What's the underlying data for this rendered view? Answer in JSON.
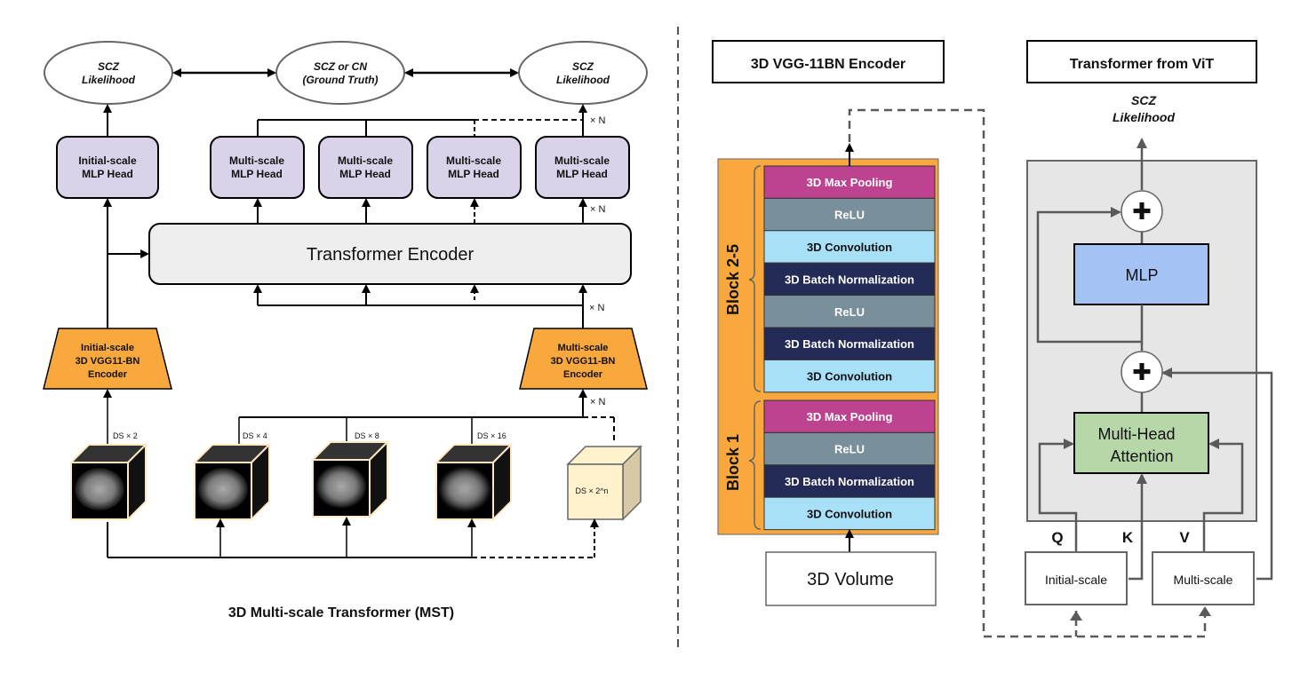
{
  "mst": {
    "title": "3D Multi-scale Transformer (MST)",
    "outputs": {
      "left": {
        "line1": "SCZ",
        "line2": "Likelihood"
      },
      "center": {
        "line1": "SCZ or CN",
        "line2": "(Ground Truth)"
      },
      "right": {
        "line1": "SCZ",
        "line2": "Likelihood"
      }
    },
    "initial_head": {
      "line1": "Initial-scale",
      "line2": "MLP Head"
    },
    "multi_heads": [
      {
        "line1": "Multi-scale",
        "line2": "MLP Head"
      },
      {
        "line1": "Multi-scale",
        "line2": "MLP Head"
      },
      {
        "line1": "Multi-scale",
        "line2": "MLP Head"
      },
      {
        "line1": "Multi-scale",
        "line2": "MLP Head"
      }
    ],
    "transformer_encoder": "Transformer Encoder",
    "initial_encoder": {
      "line1": "Initial-scale",
      "line2": "3D VGG11-BN",
      "line3": "Encoder"
    },
    "multi_encoder": {
      "line1": "Multi-scale",
      "line2": "3D VGG11-BN",
      "line3": "Encoder"
    },
    "repeat_label": "× N",
    "scales": [
      "DS × 2",
      "DS × 4",
      "DS × 8",
      "DS × 16",
      "DS × 2^n"
    ]
  },
  "vgg": {
    "title": "3D VGG-11BN Encoder",
    "block_labels": [
      "Block 2-5",
      "Block 1"
    ],
    "block25_layers": [
      {
        "label": "3D Max Pooling",
        "type": "pool"
      },
      {
        "label": "ReLU",
        "type": "relu"
      },
      {
        "label": "3D Convolution",
        "type": "conv"
      },
      {
        "label": "3D Batch Normalization",
        "type": "bn"
      },
      {
        "label": "ReLU",
        "type": "relu"
      },
      {
        "label": "3D Batch Normalization",
        "type": "bn"
      },
      {
        "label": "3D Convolution",
        "type": "conv"
      }
    ],
    "block1_layers": [
      {
        "label": "3D Max Pooling",
        "type": "pool"
      },
      {
        "label": "ReLU",
        "type": "relu"
      },
      {
        "label": "3D Batch Normalization",
        "type": "bn"
      },
      {
        "label": "3D Convolution",
        "type": "conv"
      }
    ],
    "input": "3D Volume",
    "colors": {
      "pool": "#bd428f",
      "relu": "#798f9b",
      "conv": "#a8e0f8",
      "bn": "#232a55",
      "frame": "#f8a83c"
    }
  },
  "vit": {
    "title": "Transformer from ViT",
    "output": {
      "line1": "SCZ",
      "line2": "Likelihood"
    },
    "mlp": "MLP",
    "attention": {
      "line1": "Multi-Head",
      "line2": "Attention"
    },
    "add_symbol": "✚",
    "q": "Q",
    "k": "K",
    "v": "V",
    "initial_input": "Initial-scale",
    "multi_input": "Multi-scale"
  }
}
